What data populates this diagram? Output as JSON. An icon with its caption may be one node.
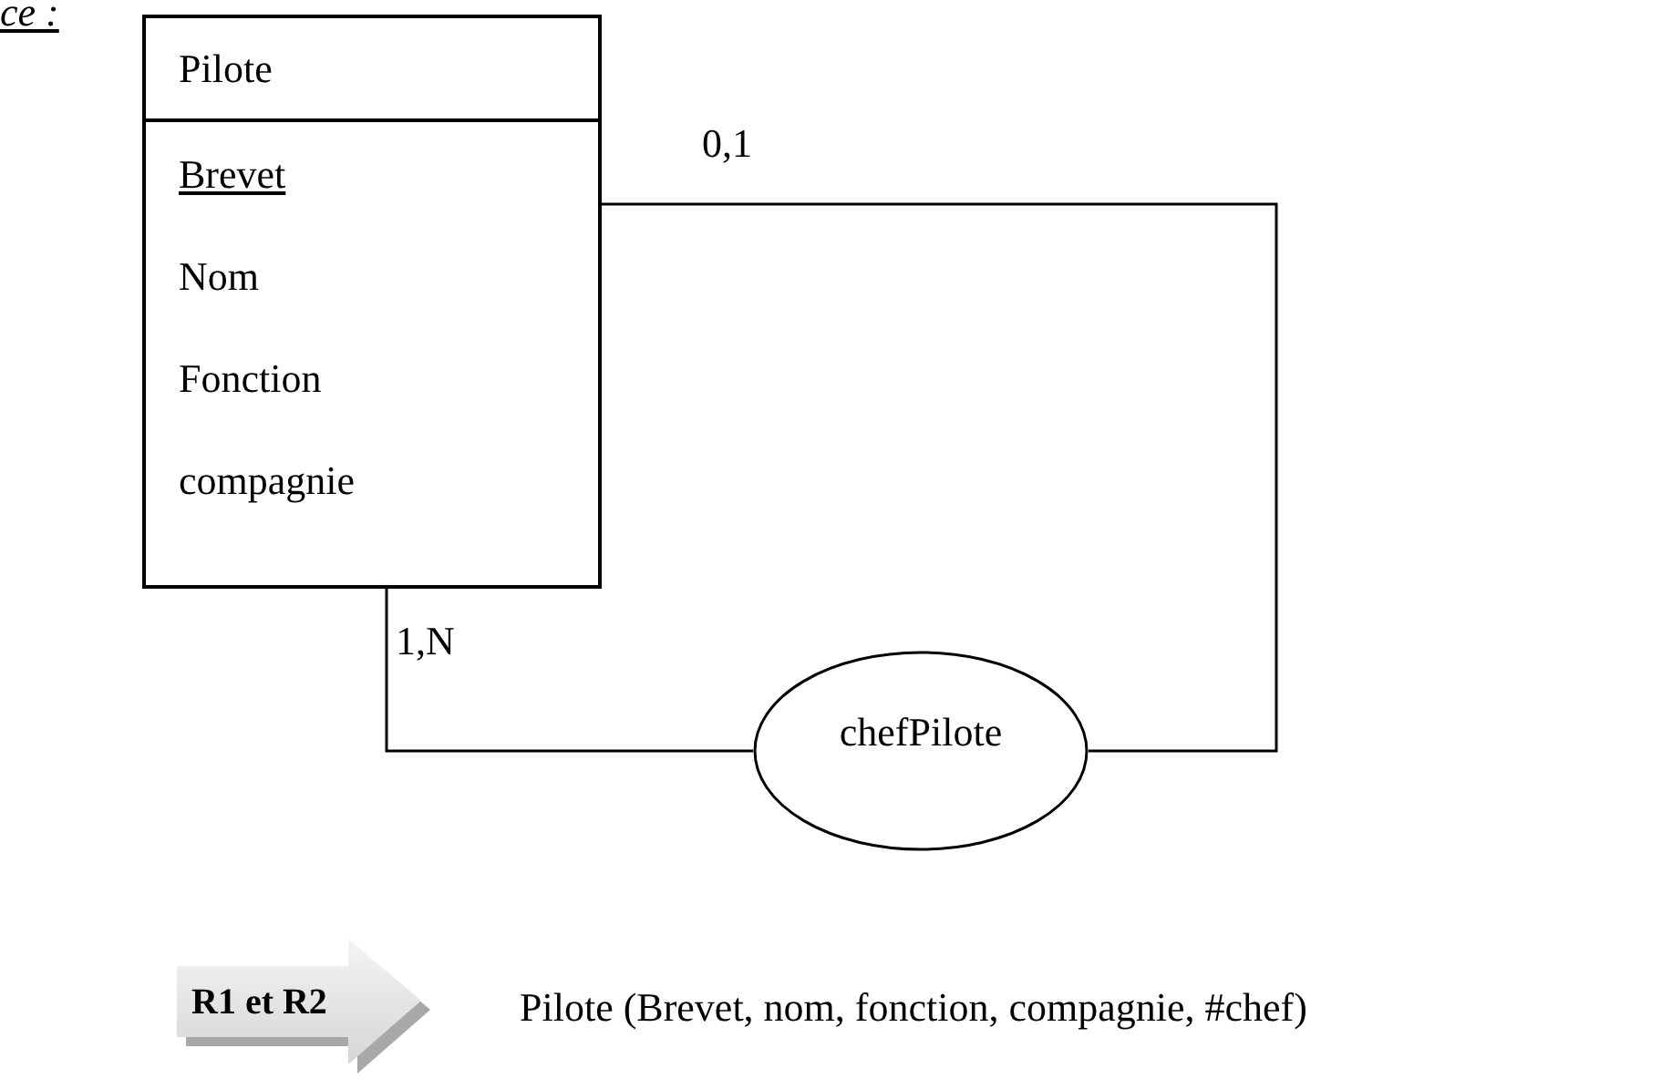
{
  "diagram": {
    "nodes": [
      {
        "text": [
          "Pilote",
          "Brevet",
          "Nom",
          "Fonction",
          "compagnie"
        ]
      },
      {
        "text": [
          "chefPilote"
        ]
      },
      {
        "text": [
          "R1 et R2"
        ]
      }
    ],
    "edges": [
      {
        "from": 0,
        "to": 1,
        "arrow": "none",
        "label": "0,1"
      },
      {
        "from": 0,
        "to": 1,
        "arrow": "none",
        "label": "1,N"
      }
    ],
    "labels": [
      "ce :",
      "Pilote (Brevet, nom, fonction, compagnie, #chef)"
    ]
  }
}
